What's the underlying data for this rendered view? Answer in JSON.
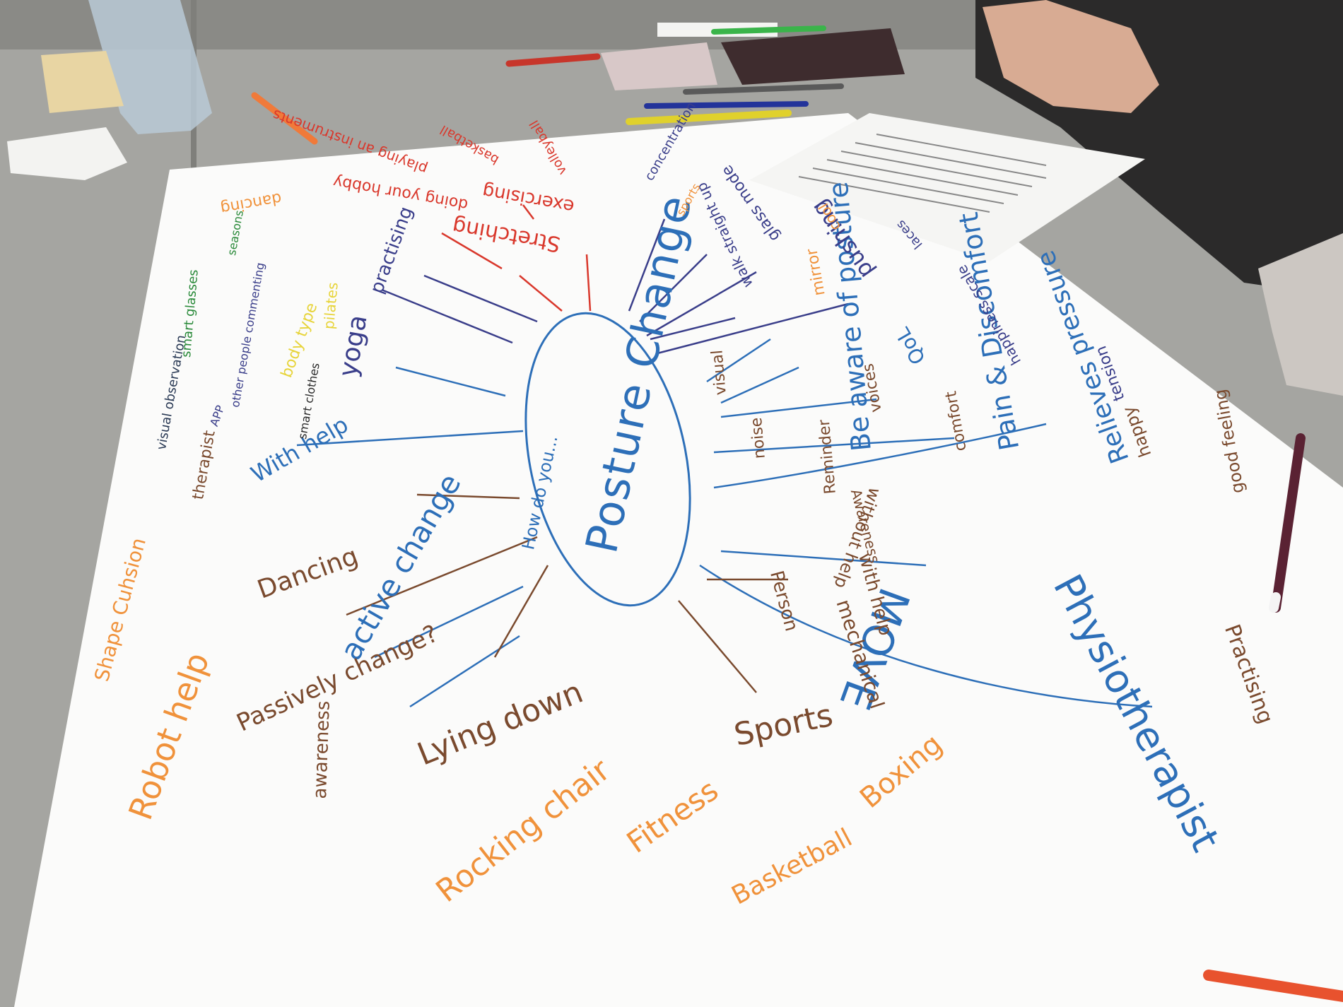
{
  "colors": {
    "table": "#a3a39f",
    "poster": "#fbfbfa",
    "blue": "#2d6fb8",
    "navy": "#3a3e8a",
    "brown": "#7a4a2e",
    "orange": "#f0923b",
    "red": "#d9382c",
    "yellow": "#e7d43a",
    "green": "#2a8a3a"
  },
  "center": {
    "prompt": "How do you...",
    "title": "Posture Change"
  },
  "branches": {
    "passively": "Passively change?",
    "active": "active change",
    "dancing": "Dancing",
    "with_help": "With help",
    "lying": "Lying down",
    "sports": "Sports",
    "move": "MOVE",
    "physio": "Physiotherapist",
    "relieves": "Relieves pressure",
    "pain": "Pain & Discomfort",
    "be_aware": "Be aware of posture",
    "qol": "QoL",
    "pushing": "pushing",
    "stretching": "Stretching",
    "exercising": "exercising",
    "yoga": "yoga",
    "practising": "practising"
  },
  "leaves": {
    "shape_cushion": "Shape Cuhsion",
    "robot_help": "Robot help",
    "awareness": "awareness",
    "rocking_chair": "Rocking chair",
    "fitness": "Fitness",
    "basketball": "Basketball",
    "boxing": "Boxing",
    "therapist": "therapist",
    "app": "APP",
    "visual_observation": "visual observation",
    "smart_glasses": "smart glasses",
    "other_people": "other people commenting",
    "smart_clothes": "smart clothes",
    "body_type": "body type",
    "pilates": "pilates",
    "without_help": "without help",
    "awareness2": "Awareness",
    "with_help2": "with help",
    "mechanical": "mechanical",
    "person": "Person",
    "practising2": "Practising",
    "happy": "happy",
    "good_feeling": "good feeling",
    "tension": "tension",
    "comfort": "comfort",
    "happiness_scale": "happiness scale",
    "voices": "voices",
    "reminder": "Reminder",
    "mirror": "mirror",
    "visual": "visual",
    "noise": "noise",
    "walk_straight": "walk straight up",
    "glass_mode": "glass mode",
    "cool": "cool",
    "laces": "laces",
    "doing_hobby": "doing your hobby",
    "playing_instruments": "playing an instruments",
    "basketball2": "basketball",
    "volleyball": "volleyball",
    "dancing2": "dancing",
    "seasons": "seasons",
    "concentration": "concentration",
    "sports": "sports"
  }
}
